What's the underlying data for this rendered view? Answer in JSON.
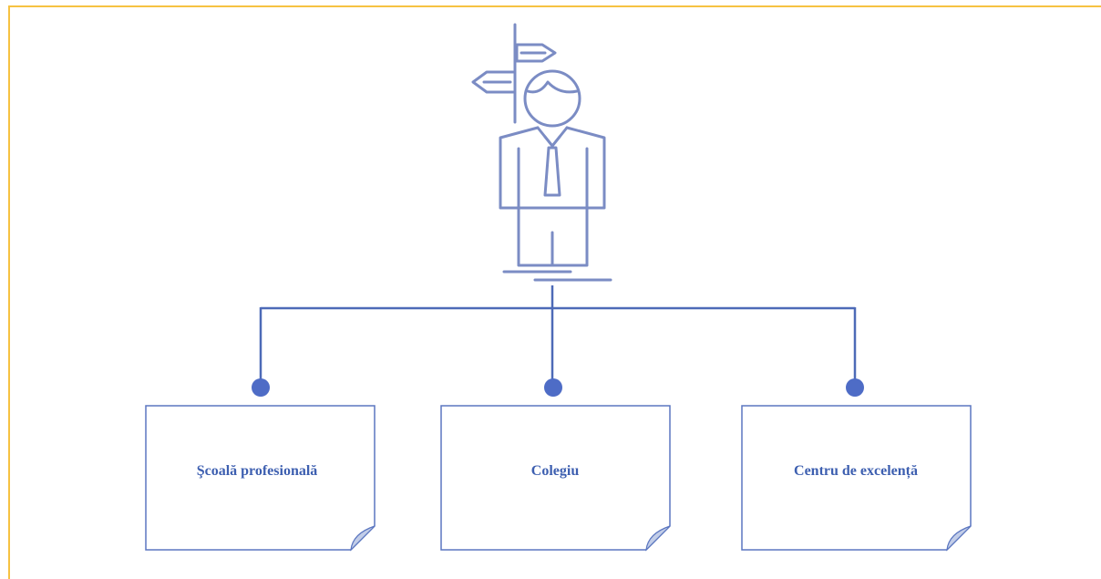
{
  "diagram": {
    "boxes": [
      {
        "label": "Şcoală profesională"
      },
      {
        "label": "Colegiu"
      },
      {
        "label": "Centru de excelență"
      }
    ]
  },
  "colors": {
    "frame": "#f6c242",
    "icon_stroke": "#7b8cc4",
    "connector": "#4d6ab7",
    "node": "#4e6cc6",
    "box_border": "#5b76c0",
    "box_fold": "#c2cde8",
    "label_text": "#3d5fb0"
  },
  "icons": {
    "person": "person-at-crossroads-icon",
    "signpost": "signpost-icon"
  }
}
